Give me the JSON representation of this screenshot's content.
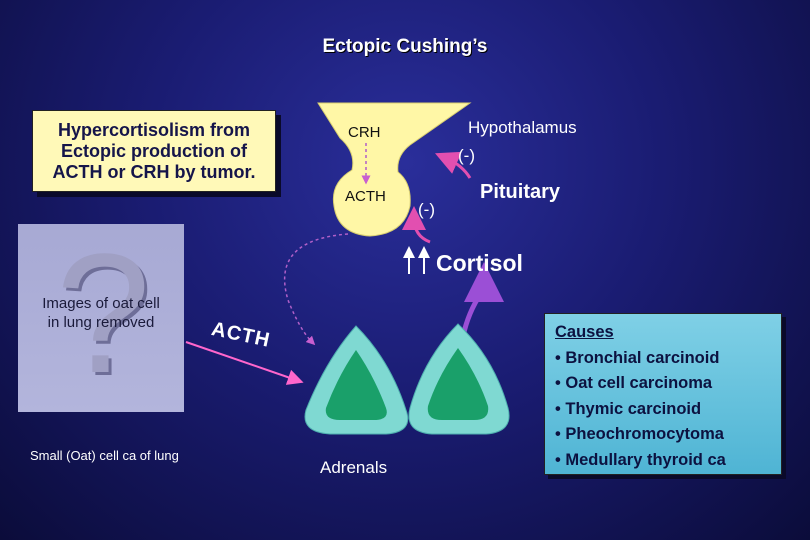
{
  "title": "Ectopic Cushing’s",
  "hyper_box": {
    "lines": [
      "Hypercortisolism from",
      "Ectopic production of",
      "ACTH or CRH by tumor."
    ]
  },
  "image_placeholder": {
    "glyph": "?",
    "lines": [
      "Images of oat cell",
      "in lung removed"
    ]
  },
  "caption": "Small (Oat) cell ca of lung",
  "labels": {
    "hypothalamus": "Hypothalamus",
    "crh": "CRH",
    "acth_pituitary": "ACTH",
    "neg_feedback_1": "(-)",
    "neg_feedback_2": "(-)",
    "pituitary": "Pituitary",
    "cortisol": "Cortisol",
    "acth_tumor": "ACTH",
    "adrenals": "Adrenals"
  },
  "causes": {
    "heading": "Causes",
    "items": [
      "• Bronchial carcinoid",
      "• Oat cell carcinoma",
      "• Thymic carcinoid",
      "• Pheochromocytoma",
      "• Medullary thyroid ca"
    ]
  },
  "colors": {
    "hypothalamus_shape": "#fff7a6",
    "adrenal_inner": "#1aa06a",
    "adrenal_outer": "#7fd9d2",
    "cortisol_arrow": "#9b4fd6",
    "feedback_arrow": "#e24fb0",
    "tumor_arrow": "#ff66cc"
  }
}
